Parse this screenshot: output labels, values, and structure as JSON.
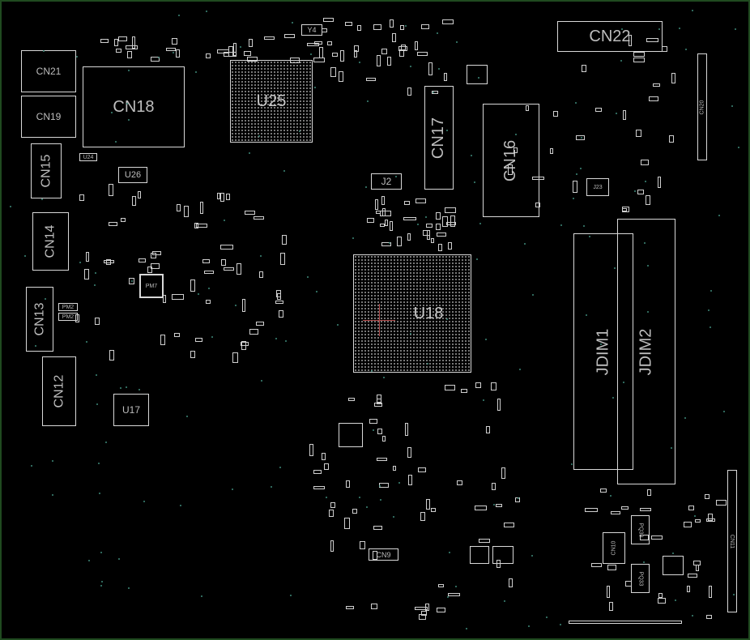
{
  "board": {
    "components": {
      "cn21": "CN21",
      "cn19": "CN19",
      "cn18": "CN18",
      "u25": "U25",
      "y4": "Y4",
      "cn15": "CN15",
      "cn14": "CN14",
      "cn13": "CN13",
      "cn12": "CN12",
      "u24": "U24",
      "u26": "U26",
      "pm7": "PM7",
      "pm2a": "PM2",
      "pm2b": "PM2",
      "u17": "U17",
      "j2": "J2",
      "cn17": "CN17",
      "cn16": "CN16",
      "cn22": "CN22",
      "cn20": "CN20",
      "j23": "J23",
      "u18": "U18",
      "jdim1": "JDIM1",
      "jdim2": "JDIM2",
      "cn9": "CN9",
      "cn10": "CN10",
      "pq39": "PQ39",
      "pq33": "PQ33",
      "cn11": "CN11"
    },
    "colors": {
      "outline": "#d8d8d8",
      "frame": "#1f4a1f",
      "via": "#3e8a7a",
      "marker": "#b04a4a"
    }
  }
}
